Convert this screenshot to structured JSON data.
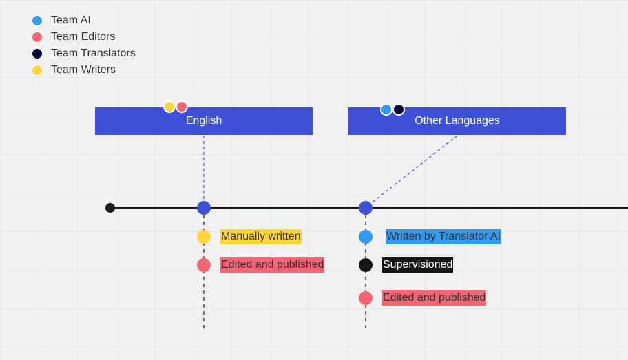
{
  "legend": [
    {
      "label": "Team AI",
      "color": "#3499f0"
    },
    {
      "label": "Team Editors",
      "color": "#f66574"
    },
    {
      "label": "Team Translators",
      "color": "#060638"
    },
    {
      "label": "Team Writers",
      "color": "#fdd63a"
    }
  ],
  "groups": {
    "english": {
      "title": "English",
      "steps": [
        {
          "label": "Manually written",
          "color": "#fdd63a",
          "text_color": "#333"
        },
        {
          "label": "Edited and published",
          "color": "#f66574",
          "text_color": "#333"
        }
      ]
    },
    "other": {
      "title": "Other Languages",
      "steps": [
        {
          "label": "Written by Translator AI",
          "color": "#3499f0",
          "text_color": "#333"
        },
        {
          "label": "Supervisioned",
          "color": "#161616",
          "text_color": "#ffffff"
        },
        {
          "label": "Edited and published",
          "color": "#f66574",
          "text_color": "#333"
        }
      ]
    }
  },
  "colors": {
    "accent": "#3d50d6",
    "timeline": "#1a1a1a"
  }
}
